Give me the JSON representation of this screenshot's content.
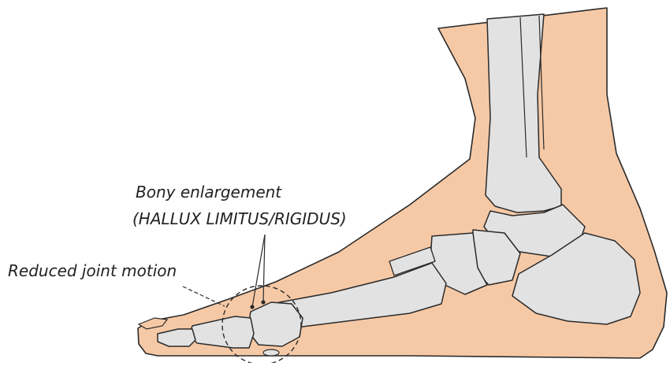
{
  "diagram": {
    "labels": {
      "bony_enlargement": "Bony enlargement",
      "condition": "(HALLUX LIMITUS/RIGIDUS)",
      "reduced_motion": "Reduced joint motion"
    },
    "colors": {
      "skin": "#f6c9a6",
      "bone": "#e2e2e2",
      "outline": "#2a2a2a",
      "text": "#222222"
    }
  }
}
